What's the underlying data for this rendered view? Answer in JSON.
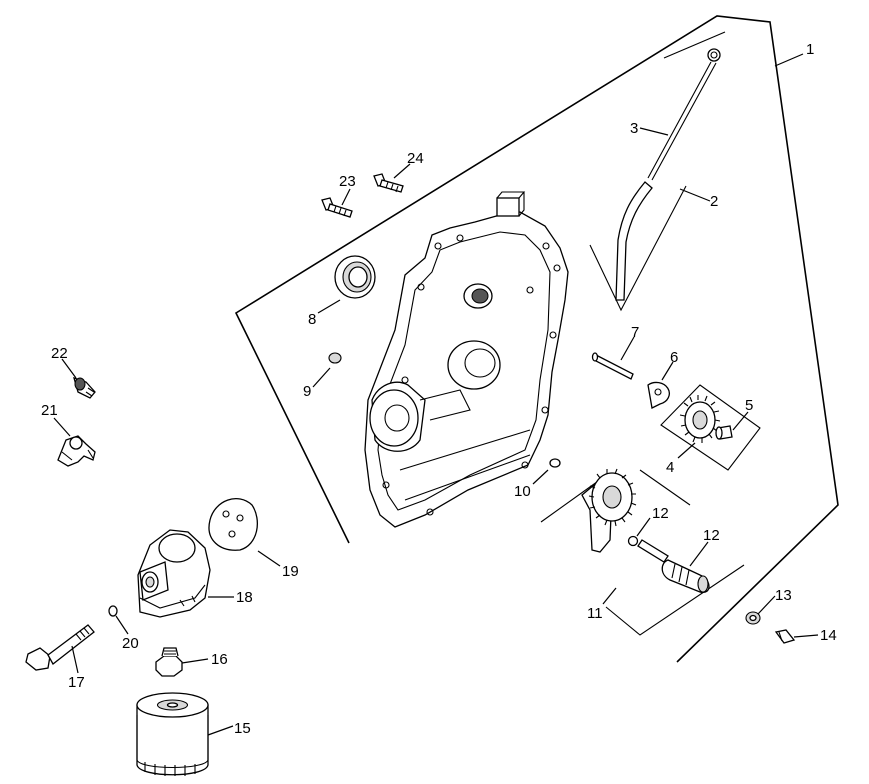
{
  "callouts": [
    {
      "id": "1",
      "label": "1"
    },
    {
      "id": "2",
      "label": "2"
    },
    {
      "id": "3",
      "label": "3"
    },
    {
      "id": "4",
      "label": "4"
    },
    {
      "id": "5",
      "label": "5"
    },
    {
      "id": "6",
      "label": "6"
    },
    {
      "id": "7",
      "label": "7"
    },
    {
      "id": "8",
      "label": "8"
    },
    {
      "id": "9",
      "label": "9"
    },
    {
      "id": "10",
      "label": "10"
    },
    {
      "id": "11",
      "label": "11"
    },
    {
      "id": "12a",
      "label": "12"
    },
    {
      "id": "12b",
      "label": "12"
    },
    {
      "id": "13",
      "label": "13"
    },
    {
      "id": "14",
      "label": "14"
    },
    {
      "id": "15",
      "label": "15"
    },
    {
      "id": "16",
      "label": "16"
    },
    {
      "id": "17",
      "label": "17"
    },
    {
      "id": "18",
      "label": "18"
    },
    {
      "id": "19",
      "label": "19"
    },
    {
      "id": "20",
      "label": "20"
    },
    {
      "id": "21",
      "label": "21"
    },
    {
      "id": "22",
      "label": "22"
    },
    {
      "id": "23",
      "label": "23"
    },
    {
      "id": "24",
      "label": "24"
    }
  ]
}
